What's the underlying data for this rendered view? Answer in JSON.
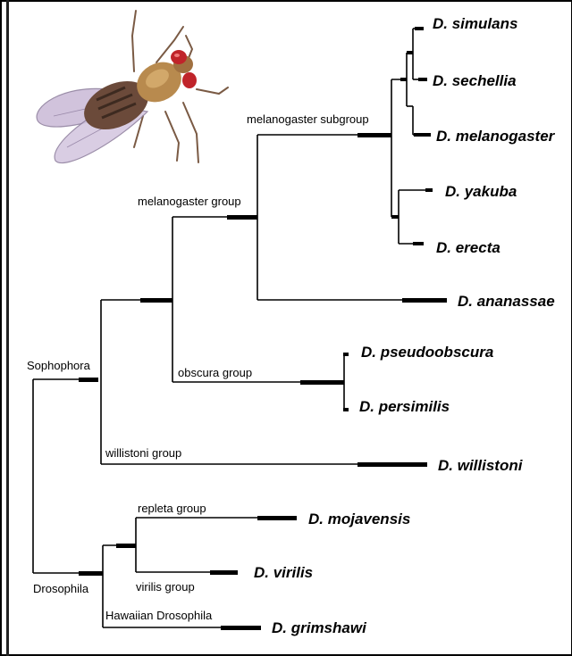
{
  "colors": {
    "background": "#ffffff",
    "lines": "#000000"
  },
  "illustration": {
    "icon": "fruit-fly-icon",
    "subject": "Drosophila fruit fly"
  },
  "groups": {
    "melanogaster_subgroup": "melanogaster subgroup",
    "melanogaster_group": "melanogaster group",
    "obscura_group": "obscura group",
    "sophophora": "Sophophora",
    "willistoni_group": "willistoni group",
    "repleta_group": "repleta group",
    "virilis_group": "virilis group",
    "drosophila": "Drosophila",
    "hawaiian_drosophila": "Hawaiian Drosophila"
  },
  "species": {
    "simulans": "D. simulans",
    "sechellia": "D. sechellia",
    "melanogaster": "D. melanogaster",
    "yakuba": "D. yakuba",
    "erecta": "D. erecta",
    "ananassae": "D. ananassae",
    "pseudoobscura": "D. pseudoobscura",
    "persimilis": "D. persimilis",
    "willistoni": "D. willistoni",
    "mojavensis": "D. mojavensis",
    "virilis": "D. virilis",
    "grimshawi": "D. grimshawi"
  }
}
